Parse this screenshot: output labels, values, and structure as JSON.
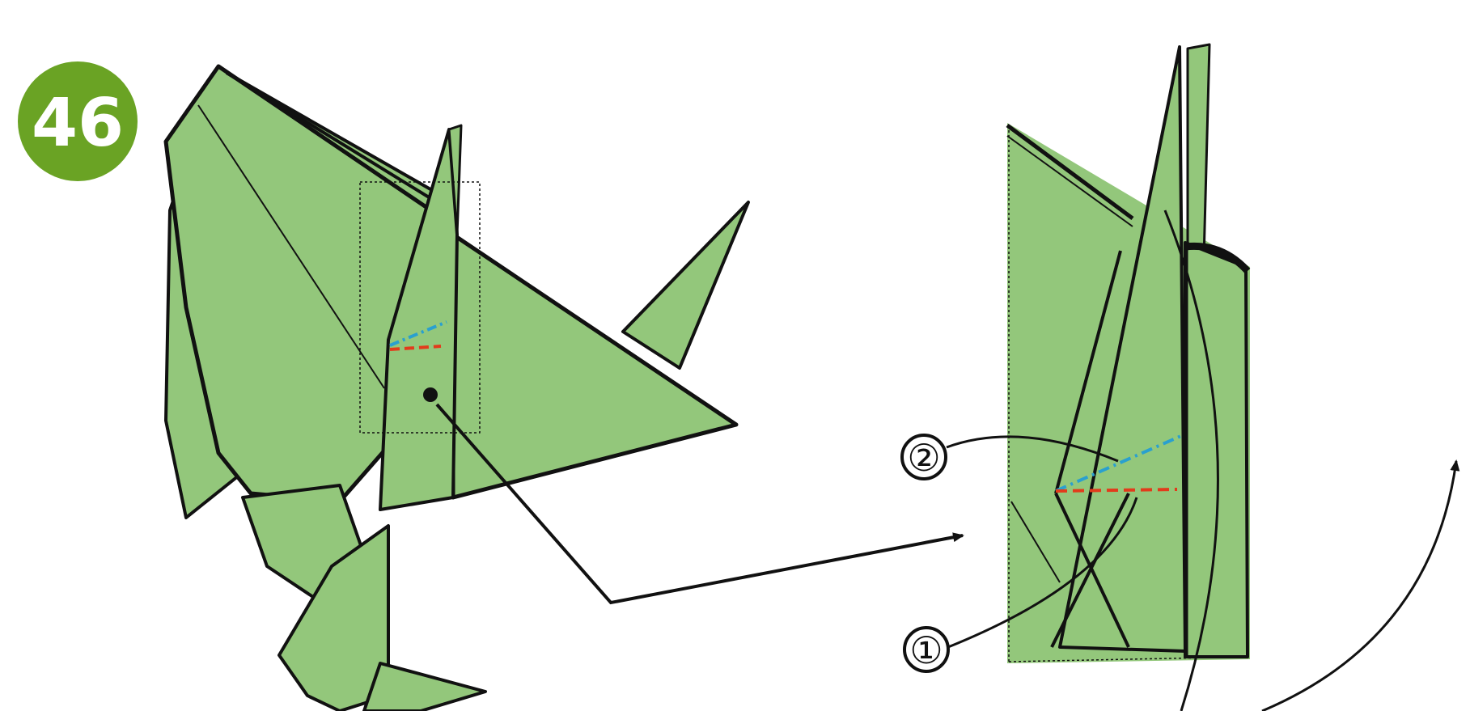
{
  "step": {
    "number": "46",
    "badge_color": "#6aa324",
    "badge_text_color": "#ffffff"
  },
  "palette": {
    "paper_fill": "#93c77b",
    "outline": "#111111",
    "valley_fold": "#e23b1b",
    "mountain_fold": "#2aa0cf"
  },
  "markers": {
    "first": "①",
    "second": "②"
  }
}
